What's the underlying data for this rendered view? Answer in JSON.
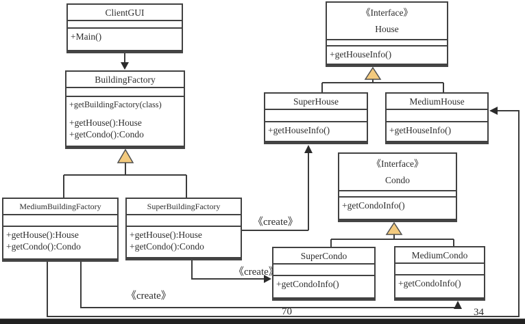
{
  "classes": {
    "clientGUI": {
      "name": "ClientGUI",
      "methods": [
        "+Main()"
      ]
    },
    "buildingFactory": {
      "name": "BuildingFactory",
      "methods": [
        "+getBuildingFactory(class)",
        "+getHouse():House",
        "+getCondo():Condo"
      ]
    },
    "mediumBuildingFactory": {
      "name": "MediumBuildingFactory",
      "methods": [
        "+getHouse():House",
        "+getCondo():Condo"
      ]
    },
    "superBuildingFactory": {
      "name": "SuperBuildingFactory",
      "methods": [
        "+getHouse():House",
        "+getCondo():Condo"
      ]
    },
    "house": {
      "stereotype": "《Interface》",
      "name": "House",
      "methods": [
        "+getHouseInfo()"
      ]
    },
    "superHouse": {
      "name": "SuperHouse",
      "methods": [
        "+getHouseInfo()"
      ]
    },
    "mediumHouse": {
      "name": "MediumHouse",
      "methods": [
        "+getHouseInfo()"
      ]
    },
    "condo": {
      "stereotype": "《Interface》",
      "name": "Condo",
      "methods": [
        "+getCondoInfo()"
      ]
    },
    "superCondo": {
      "name": "SuperCondo",
      "methods": [
        "+getCondoInfo()"
      ]
    },
    "mediumCondo": {
      "name": "MediumCondo",
      "methods": [
        "+getCondoInfo()"
      ]
    }
  },
  "labels": {
    "create_superhouse": "《create》",
    "create_supercondo": "《create》",
    "create_mediumcondo": "《create》",
    "page_number_left": "70",
    "page_number_right": "34"
  },
  "relationships": [
    {
      "from": "ClientGUI",
      "to": "BuildingFactory",
      "type": "association"
    },
    {
      "from": "MediumBuildingFactory",
      "to": "BuildingFactory",
      "type": "generalization"
    },
    {
      "from": "SuperBuildingFactory",
      "to": "BuildingFactory",
      "type": "generalization"
    },
    {
      "from": "SuperHouse",
      "to": "House",
      "type": "realization"
    },
    {
      "from": "MediumHouse",
      "to": "House",
      "type": "realization"
    },
    {
      "from": "SuperCondo",
      "to": "Condo",
      "type": "realization"
    },
    {
      "from": "MediumCondo",
      "to": "Condo",
      "type": "realization"
    },
    {
      "from": "SuperBuildingFactory",
      "to": "SuperHouse",
      "type": "create"
    },
    {
      "from": "SuperBuildingFactory",
      "to": "SuperCondo",
      "type": "create"
    },
    {
      "from": "MediumBuildingFactory",
      "to": "MediumCondo",
      "type": "create"
    },
    {
      "from": "MediumBuildingFactory",
      "to": "MediumHouse",
      "type": "create"
    }
  ],
  "colors": {
    "line": "#3b3b3b",
    "arrowhead": "#2b2b2b",
    "triangle_fill": "#f3ca7e",
    "triangle_stroke": "#4f4f4f",
    "background": "#ffffff",
    "bottom_bar": "#212121"
  }
}
